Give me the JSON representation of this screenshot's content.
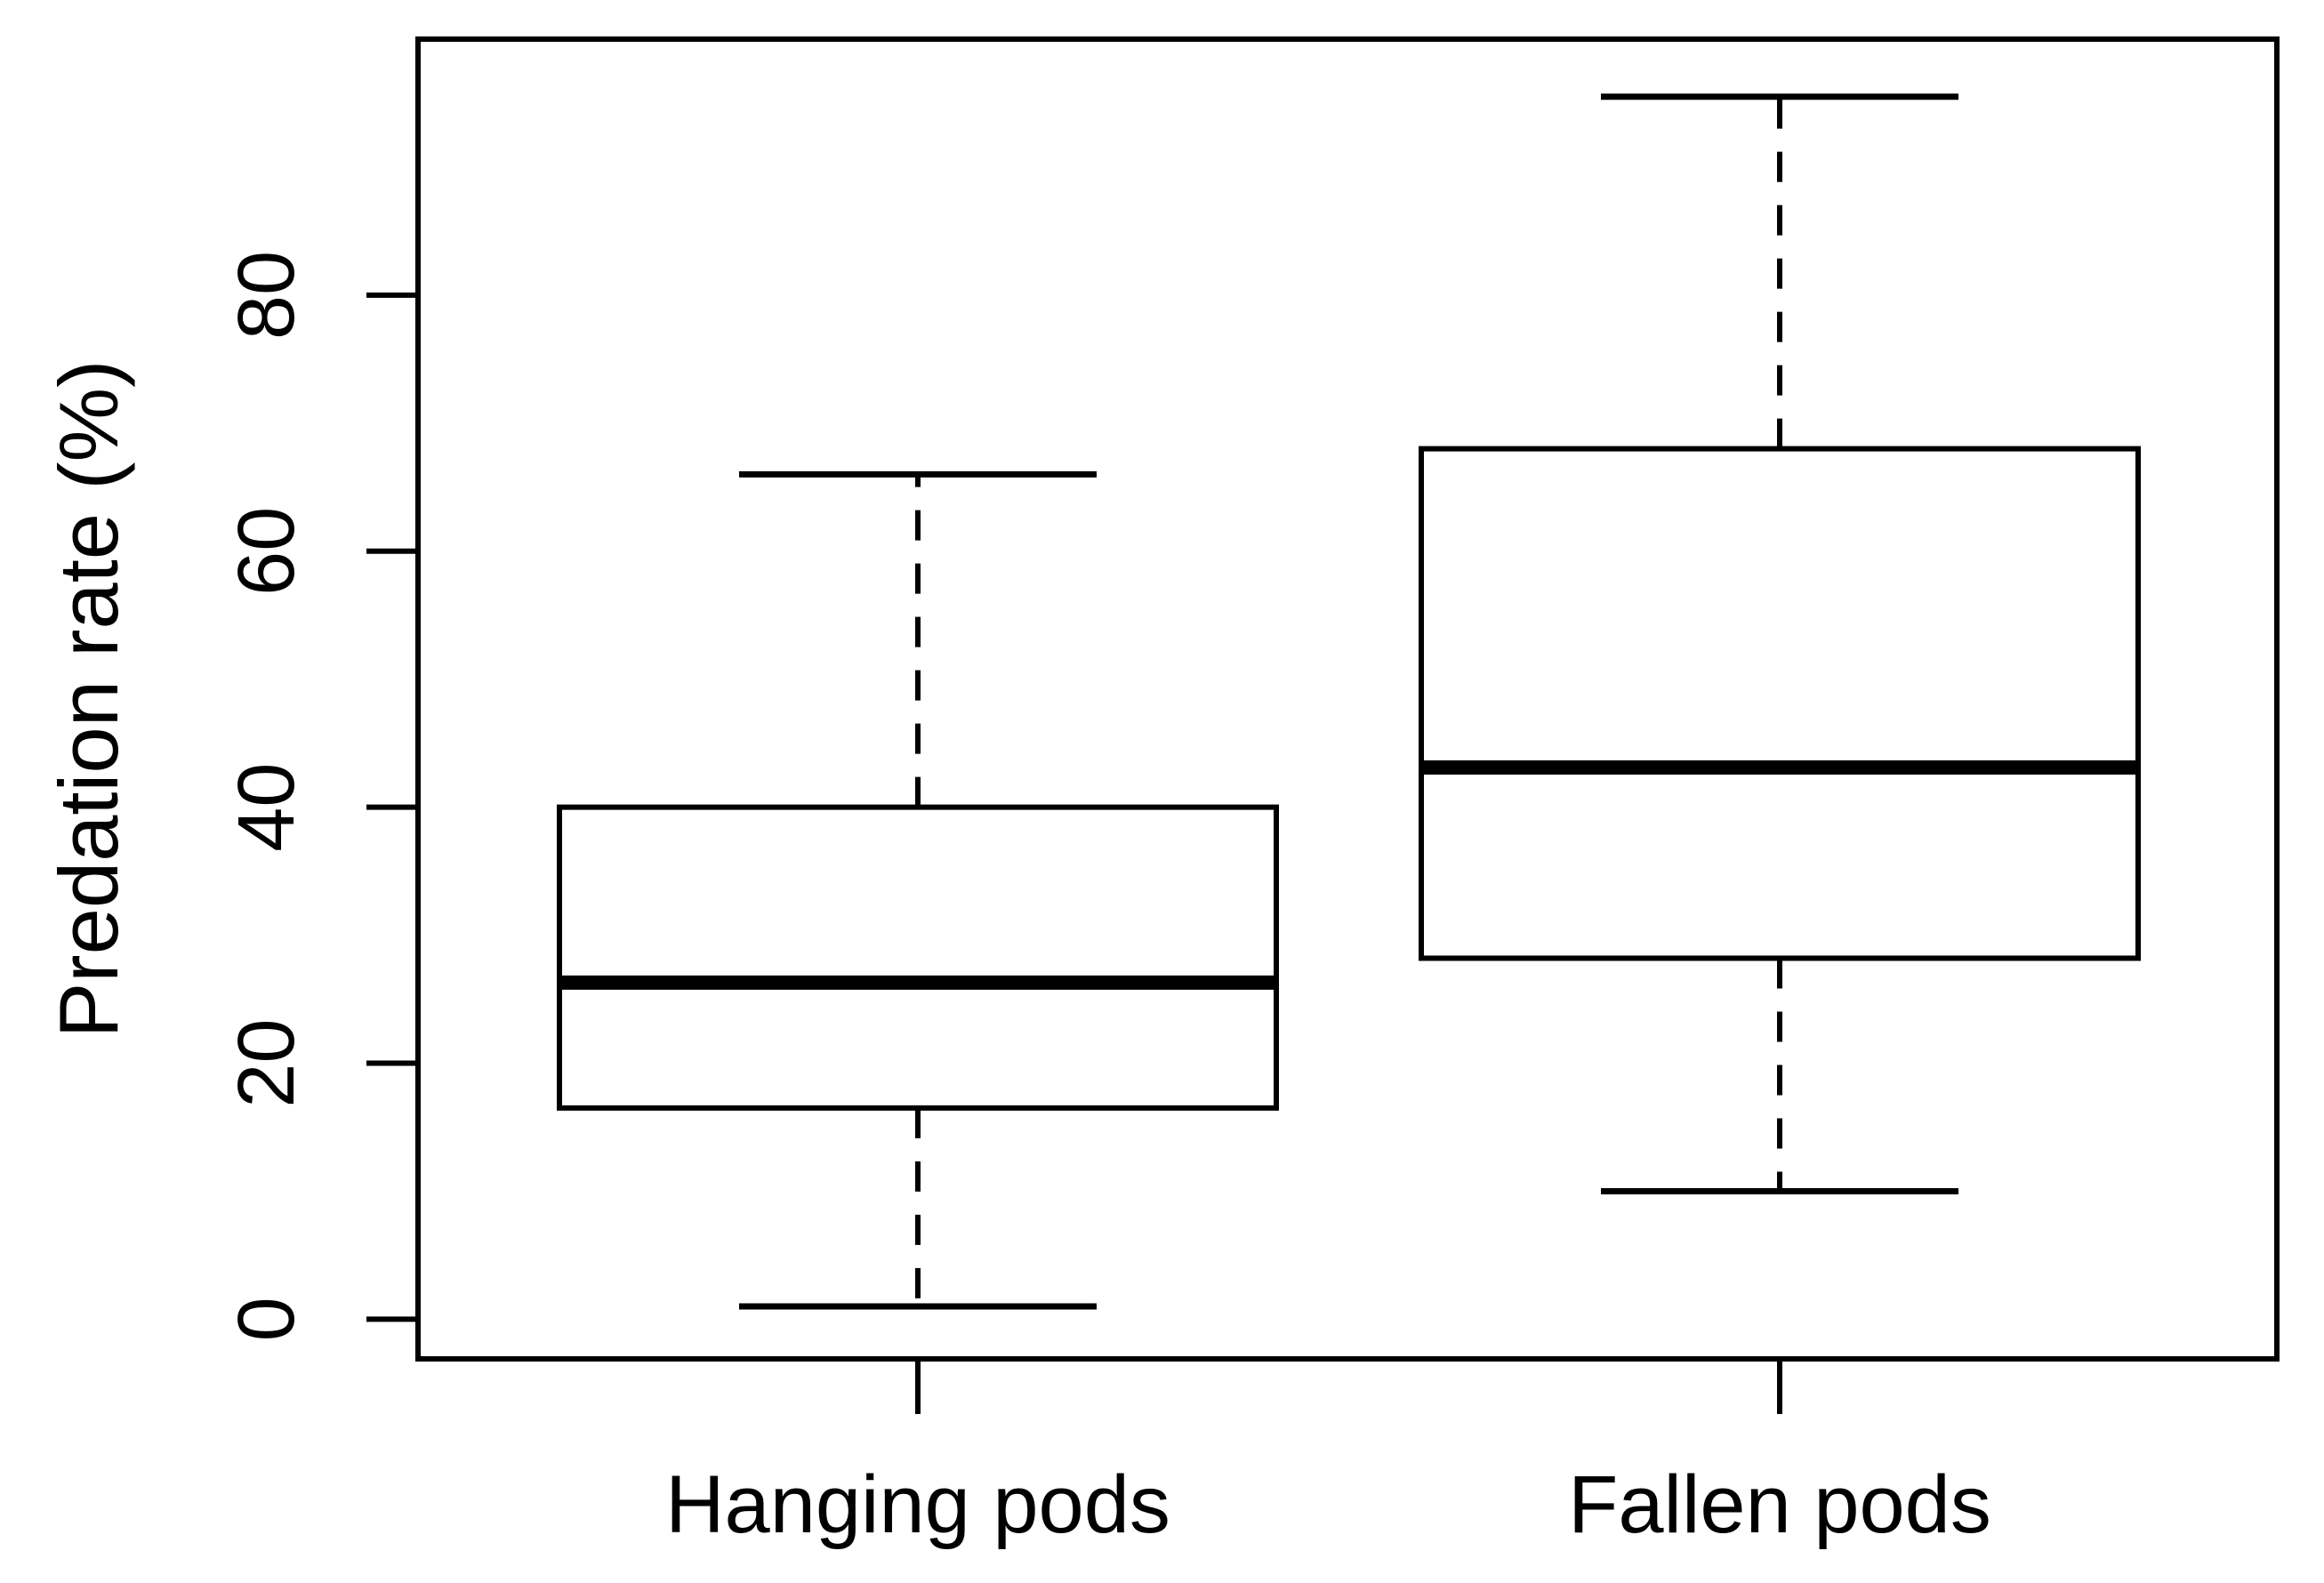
{
  "chart_data": {
    "type": "boxplot",
    "title": "",
    "xlabel": "",
    "ylabel": "Predation rate (%)",
    "categories": [
      "Hanging pods",
      "Fallen pods"
    ],
    "y_ticks": [
      0,
      20,
      40,
      60,
      80
    ],
    "ylim": [
      -3.1,
      100
    ],
    "grid": false,
    "legend": "none",
    "series": [
      {
        "name": "Hanging pods",
        "whisker_low": 1,
        "q1": 16.5,
        "median": 26.3,
        "q3": 40,
        "whisker_high": 66
      },
      {
        "name": "Fallen pods",
        "whisker_low": 10,
        "q1": 28.2,
        "median": 43.1,
        "q3": 68,
        "whisker_high": 95.5
      }
    ],
    "style": {
      "box_fill": "#ffffff",
      "line_color": "#000000",
      "whisker_line_style": "dashed",
      "median_bold": true
    }
  }
}
